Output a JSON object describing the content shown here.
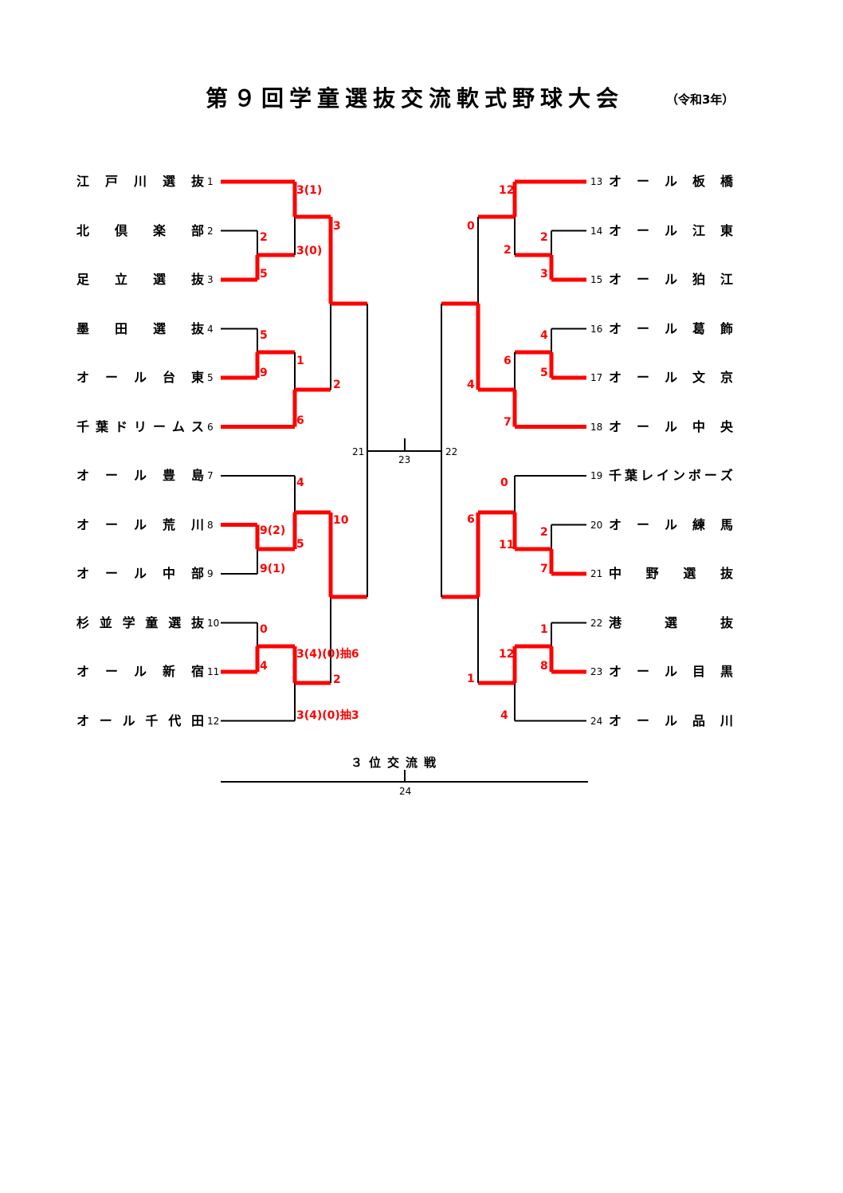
{
  "title": "第９回学童選抜交流軟式野球大会",
  "subtitle": "（令和3年）",
  "accent_color": "#ff0000",
  "left_teams": [
    {
      "seed": "1",
      "name": "江戸川選抜"
    },
    {
      "seed": "2",
      "name": "北倶楽部"
    },
    {
      "seed": "3",
      "name": "足立選抜"
    },
    {
      "seed": "4",
      "name": "墨田選抜"
    },
    {
      "seed": "5",
      "name": "オール台東"
    },
    {
      "seed": "6",
      "name": "千葉ドリームス"
    },
    {
      "seed": "7",
      "name": "オール豊島"
    },
    {
      "seed": "8",
      "name": "オール荒川"
    },
    {
      "seed": "9",
      "name": "オール中部"
    },
    {
      "seed": "10",
      "name": "杉並学童選抜"
    },
    {
      "seed": "11",
      "name": "オール新宿"
    },
    {
      "seed": "12",
      "name": "オール千代田"
    }
  ],
  "right_teams": [
    {
      "seed": "13",
      "name": "オール板橋"
    },
    {
      "seed": "14",
      "name": "オール江東"
    },
    {
      "seed": "15",
      "name": "オール狛江"
    },
    {
      "seed": "16",
      "name": "オール葛飾"
    },
    {
      "seed": "17",
      "name": "オール文京"
    },
    {
      "seed": "18",
      "name": "オール中央"
    },
    {
      "seed": "19",
      "name": "千葉レインボーズ"
    },
    {
      "seed": "20",
      "name": "オール練馬"
    },
    {
      "seed": "21",
      "name": "中野選抜"
    },
    {
      "seed": "22",
      "name": "港選抜"
    },
    {
      "seed": "23",
      "name": "オール目黒"
    },
    {
      "seed": "24",
      "name": "オール品川"
    }
  ],
  "scores": {
    "l_r2_1": "3(1)",
    "l_r1_2": "2",
    "l_r1_3": "5",
    "l_r2_23": "3(0)",
    "l_sf_a": "3",
    "l_r1_4": "5",
    "l_r1_5": "9",
    "l_r2_45": "1",
    "l_r2_6": "6",
    "l_sf_b": "2",
    "l_r2_7": "4",
    "l_r1_8": "9(2)",
    "l_r1_9": "9(1)",
    "l_r2_89": "5",
    "l_sf_c": "10",
    "l_r1_10": "0",
    "l_r1_11": "4",
    "l_r2_1011": "3(4)(0)抽6",
    "l_r2_12": "3(4)(0)抽3",
    "l_sf_d": "2",
    "r_r2_13": "12",
    "r_r1_14": "2",
    "r_r1_15": "3",
    "r_r2_1415": "2",
    "r_sf_a": "0",
    "r_r1_16": "4",
    "r_r1_17": "5",
    "r_r2_1617": "6",
    "r_r2_18": "7",
    "r_sf_b": "4",
    "r_r2_19": "0",
    "r_r1_20": "2",
    "r_r1_21": "7",
    "r_r2_2021": "11",
    "r_sf_c": "6",
    "r_r1_22": "1",
    "r_r1_23": "8",
    "r_r2_2223": "12",
    "r_r2_24": "4",
    "r_sf_d": "1"
  },
  "match_numbers": {
    "semi_left": "21",
    "final": "23",
    "semi_right": "22",
    "third_place": "24"
  },
  "third_place_label": "３位交流戦"
}
